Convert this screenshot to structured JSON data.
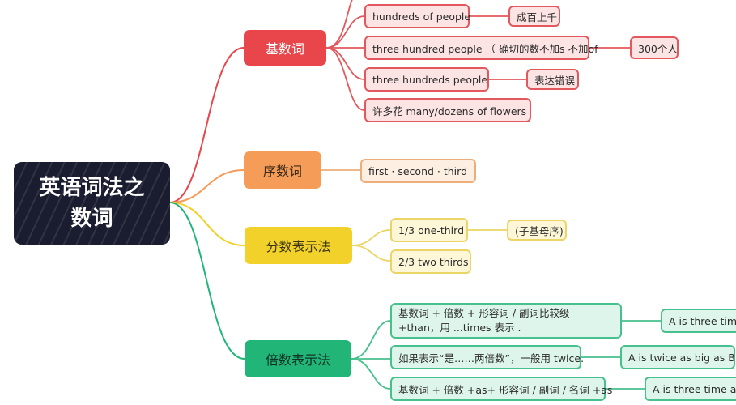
{
  "root": {
    "line1": "英语词法之",
    "line2": "数词"
  },
  "branches": {
    "cardinal": {
      "label": "基数词",
      "items": {
        "hundreds_people": "hundreds of people",
        "hundreds_people_meaning": "成百上千",
        "three_hundred_people": "three hundred people （ 确切的数不加s 不加of",
        "three_hundred_people_meaning": "300个人",
        "three_hundreds_people": "three hundreds people",
        "three_hundreds_people_note": "表达错误",
        "many_flowers": "许多花  many/dozens of  flowers"
      }
    },
    "ordinal": {
      "label": "序数词",
      "items": {
        "examples": "first · second · third"
      }
    },
    "fraction": {
      "label": "分数表示法",
      "items": {
        "one_third": "1/3 one-third",
        "one_third_note": "(子基母序)",
        "two_thirds": "2/3 two thirds"
      }
    },
    "multiple": {
      "label": "倍数表示法",
      "items": {
        "rule1": "基数词 + 倍数 + 形容词 / 副词比较级 +than，用 ...times 表示 .",
        "rule1_example": "A is three time",
        "rule2": "如果表示“是……两倍数”，一般用 twice.",
        "rule2_example": "A is twice as big as B.",
        "rule3": "基数词 + 倍数 +as+ 形容词 / 副词 / 名词 +as",
        "rule3_example": "A is three time as"
      }
    }
  },
  "colors": {
    "root": "#1a1c2f",
    "cardinal": "#e8464b",
    "ordinal": "#f49c58",
    "fraction": "#f2d12a",
    "multiple": "#22b578"
  }
}
